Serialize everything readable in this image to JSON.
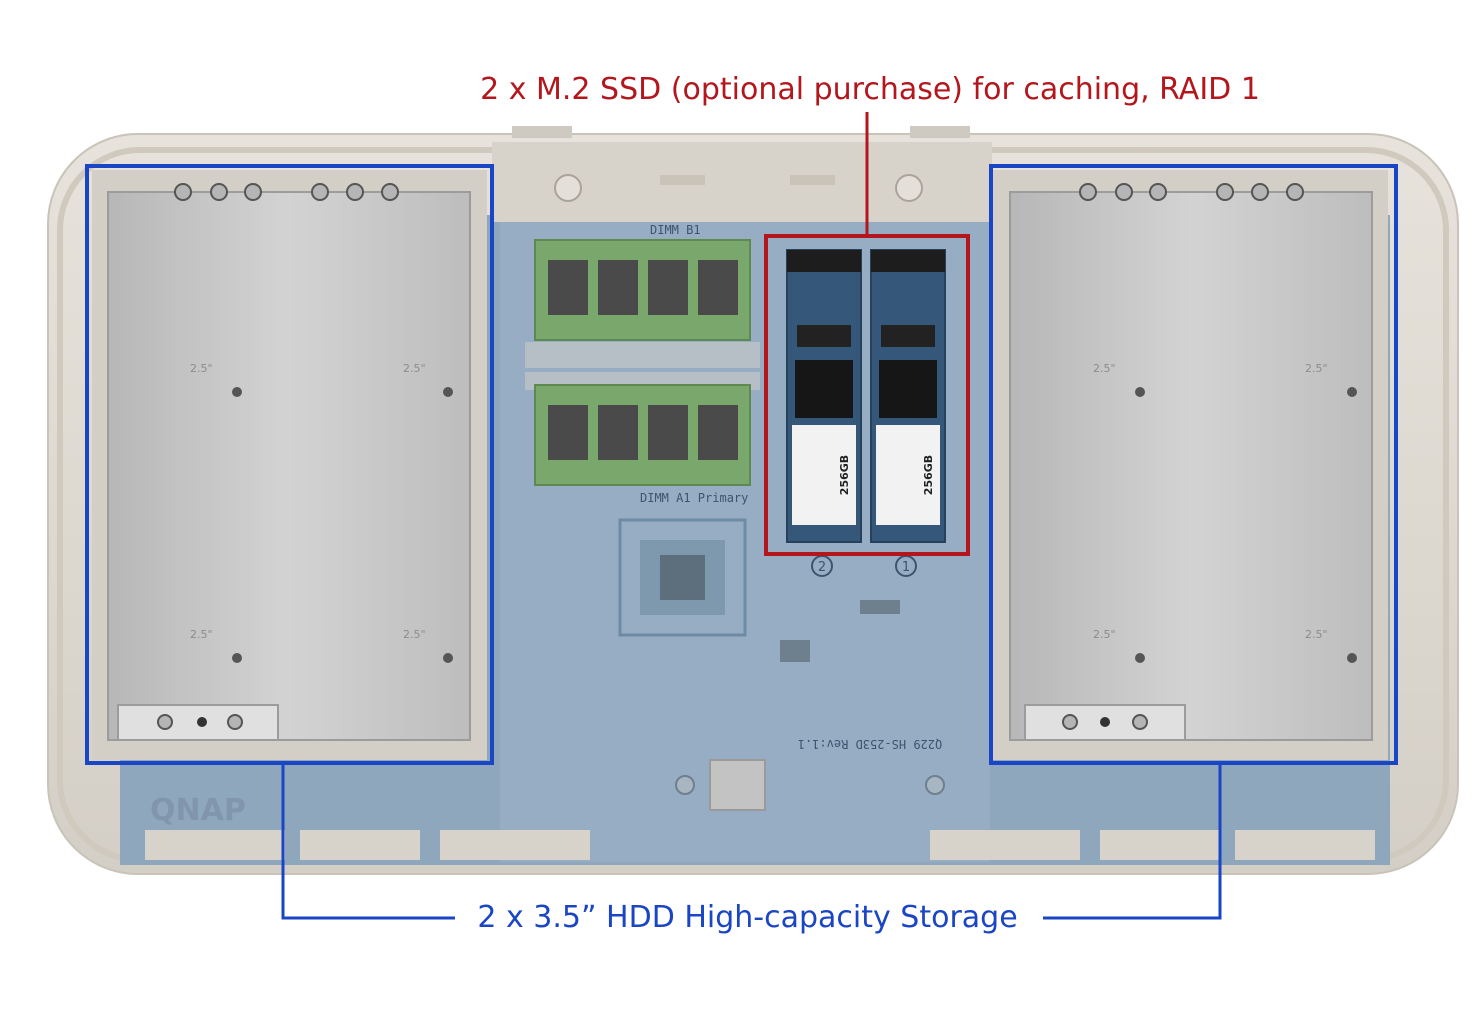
{
  "labels": {
    "ssd_callout": "2 x M.2 SSD (optional purchase) for caching, RAID 1",
    "hdd_callout": "2 x 3.5” HDD High-capacity Storage"
  },
  "ssd_modules": [
    {
      "capacity": "256GB",
      "slot": "2"
    },
    {
      "capacity": "256GB",
      "slot": "1"
    }
  ],
  "board_markings": {
    "dimm_b1": "DIMM B1",
    "dimm_a1": "DIMM A1 Primary",
    "board_revision": "Q229 HS-253D Rev:1.1",
    "brand": "QNAP"
  },
  "bay_markings": "2.5\"",
  "colors": {
    "ssd_callout": "#b3171d",
    "hdd_callout": "#1a45c4",
    "chassis": "#ddd8cf",
    "board": "#8ea6bd",
    "tray": "#c9c9c9",
    "ram": "#79a86a",
    "ssd_pcb": "#35577a"
  }
}
